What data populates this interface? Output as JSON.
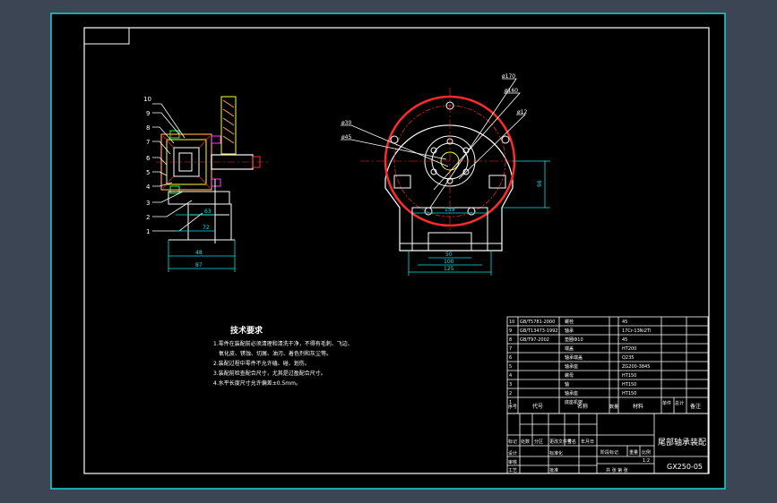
{
  "viewport": {
    "background": "#3b4554",
    "sheet_color": "#000000",
    "frame_color": "#1fd3d3"
  },
  "palette": {
    "line": "#ffffff",
    "dim": "#00e5e5",
    "red": "#ff2a2a",
    "yellow": "#ffff33",
    "orange": "#ffa040",
    "green": "#22ff44",
    "magenta": "#ff3bff"
  },
  "side_view": {
    "balloons": [
      "10",
      "9",
      "8",
      "7",
      "6",
      "5",
      "4",
      "3",
      "2",
      "1"
    ],
    "dims": {
      "d1": "63",
      "d2": "72",
      "d3": "48",
      "d4": "87"
    }
  },
  "front_view": {
    "leaders": [
      "ø170",
      "ø160",
      "ø12",
      "ø30",
      "ø45"
    ],
    "dims": {
      "width": "159",
      "bolt": "50",
      "inner": "100",
      "outer": "125",
      "height": "98"
    }
  },
  "tech_req": {
    "title": "技术要求",
    "lines": [
      "1.零件在装配前必须清理和清洗干净，不得有毛刺、飞边、",
      "氧化皮、锈蚀、切屑、油污、着色剂和灰尘等。",
      "2.装配过程中零件不允许磕、碰、划伤。",
      "3.装配前检查配合尺寸，尤其是过盈配合尺寸。",
      "4.水平长度尺寸允许偏差±0.5mm。"
    ]
  },
  "bom": {
    "rows": [
      {
        "no": "10",
        "code": "GB/T5781-2000",
        "name": "螺栓",
        "qty": "",
        "material": "45"
      },
      {
        "no": "9",
        "code": "GB/T13473-1992",
        "name": "轴承",
        "qty": "",
        "material": "17Cr-13Ni2Ti"
      },
      {
        "no": "8",
        "code": "GB/T97-2002",
        "name": "垫圈Ф10",
        "qty": "",
        "material": "45"
      },
      {
        "no": "7",
        "code": "",
        "name": "端盖",
        "qty": "",
        "material": "HT200"
      },
      {
        "no": "6",
        "code": "",
        "name": "轴承端盖",
        "qty": "",
        "material": "Q235"
      },
      {
        "no": "5",
        "code": "",
        "name": "轴承座",
        "qty": "",
        "material": "ZG200-3845"
      },
      {
        "no": "4",
        "code": "",
        "name": "螺母",
        "qty": "",
        "material": "HT150"
      },
      {
        "no": "3",
        "code": "",
        "name": "轴",
        "qty": "",
        "material": "HT150"
      },
      {
        "no": "2",
        "code": "",
        "name": "轴承座",
        "qty": "",
        "material": "HT150"
      },
      {
        "no": "1",
        "code": "",
        "name": "底座机架",
        "qty": "",
        "material": ""
      }
    ],
    "header": {
      "no": "序号",
      "code": "代号",
      "name": "名称",
      "qty": "数量",
      "material": "材料",
      "weight": "单件",
      "total": "总计",
      "note": "备注"
    }
  },
  "title_block": {
    "drawing_name": "尾部轴承装配",
    "drawing_no": "GX250-05",
    "row_labels": [
      "标记",
      "处数",
      "分区",
      "更改文件号",
      "签名",
      "年月日"
    ],
    "designer": "设计",
    "standardization": "标准化",
    "checker": "审核",
    "process": "工艺",
    "approve": "批准",
    "stage": "阶段标记",
    "weight": "重量",
    "ratio": "比例",
    "scale": "1:2",
    "sheet": "共 张 第 张"
  }
}
